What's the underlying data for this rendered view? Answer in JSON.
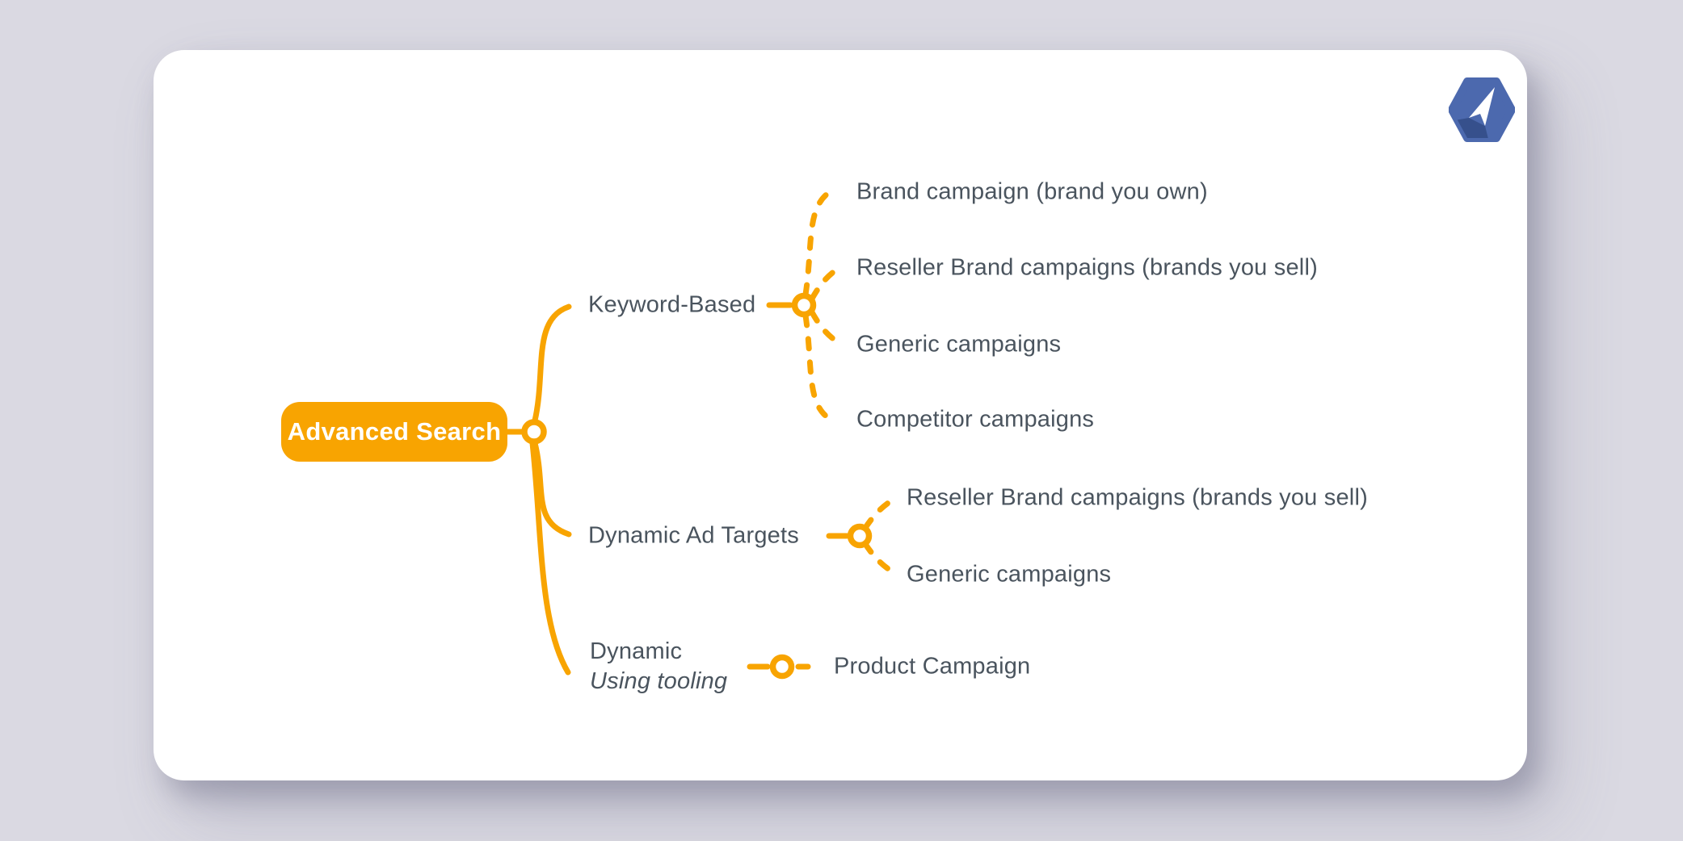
{
  "theme": {
    "background_color": "#dad9e2",
    "card_background": "#ffffff",
    "accent_orange": "#f8a401",
    "label_text_color": "#4a545e",
    "root_text_color": "#ffffff",
    "logo_blue": "#4c69ae",
    "logo_dark_blue": "#36508c"
  },
  "icons": {
    "logo": "paper-plane-hexagon-icon"
  },
  "mindmap": {
    "root": {
      "label": "Advanced Search"
    },
    "branches": [
      {
        "label": "Keyword-Based",
        "children": [
          {
            "label": "Brand campaign (brand you own)"
          },
          {
            "label": "Reseller Brand campaigns (brands you sell)"
          },
          {
            "label": "Generic campaigns"
          },
          {
            "label": "Competitor campaigns"
          }
        ]
      },
      {
        "label": "Dynamic Ad Targets",
        "children": [
          {
            "label": "Reseller Brand campaigns (brands you sell)"
          },
          {
            "label": "Generic campaigns"
          }
        ]
      },
      {
        "label": "Dynamic",
        "sublabel": "Using tooling",
        "children": [
          {
            "label": "Product Campaign"
          }
        ]
      }
    ]
  }
}
